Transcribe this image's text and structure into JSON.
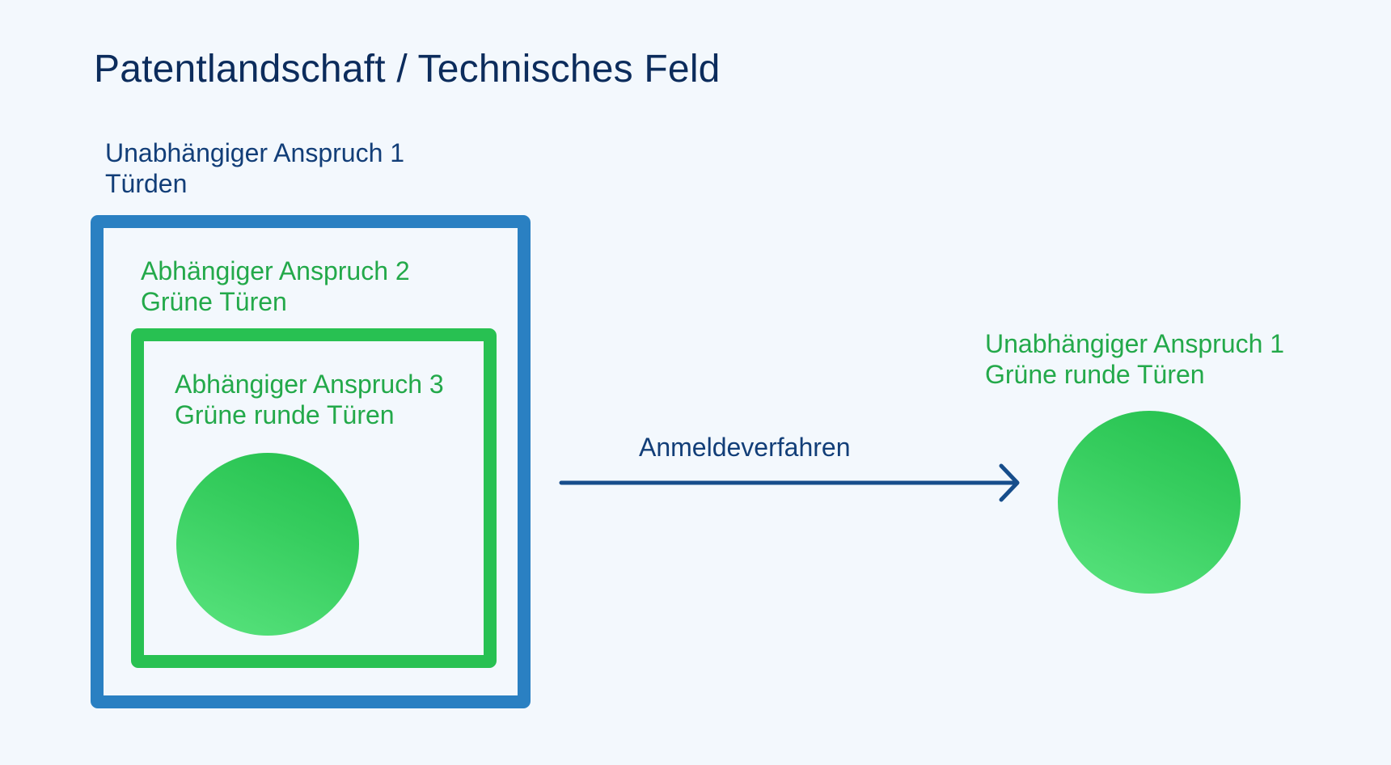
{
  "title": "Patentlandschaft / Technisches Feld",
  "claim_1": {
    "line1": "Unabhängiger Anspruch 1",
    "line2": "Türden"
  },
  "claim_2": {
    "line1": "Abhängiger Anspruch 2",
    "line2": "Grüne Türen"
  },
  "claim_3": {
    "line1": "Abhängiger Anspruch 3",
    "line2": "Grüne runde Türen"
  },
  "process": {
    "label": "Anmeldeverfahren"
  },
  "result_claim": {
    "line1": "Unabhängiger Anspruch 1",
    "line2": "Grüne runde Türen"
  },
  "colors": {
    "background": "#f3f8fd",
    "title": "#0c2c5c",
    "navy_text": "#123e78",
    "green_text": "#23a94a",
    "outer_box": "#2a80c2",
    "inner_box": "#28c152",
    "circle_dark": "#22bf4d",
    "circle_light": "#5ae47f",
    "arrow": "#164d8b"
  }
}
